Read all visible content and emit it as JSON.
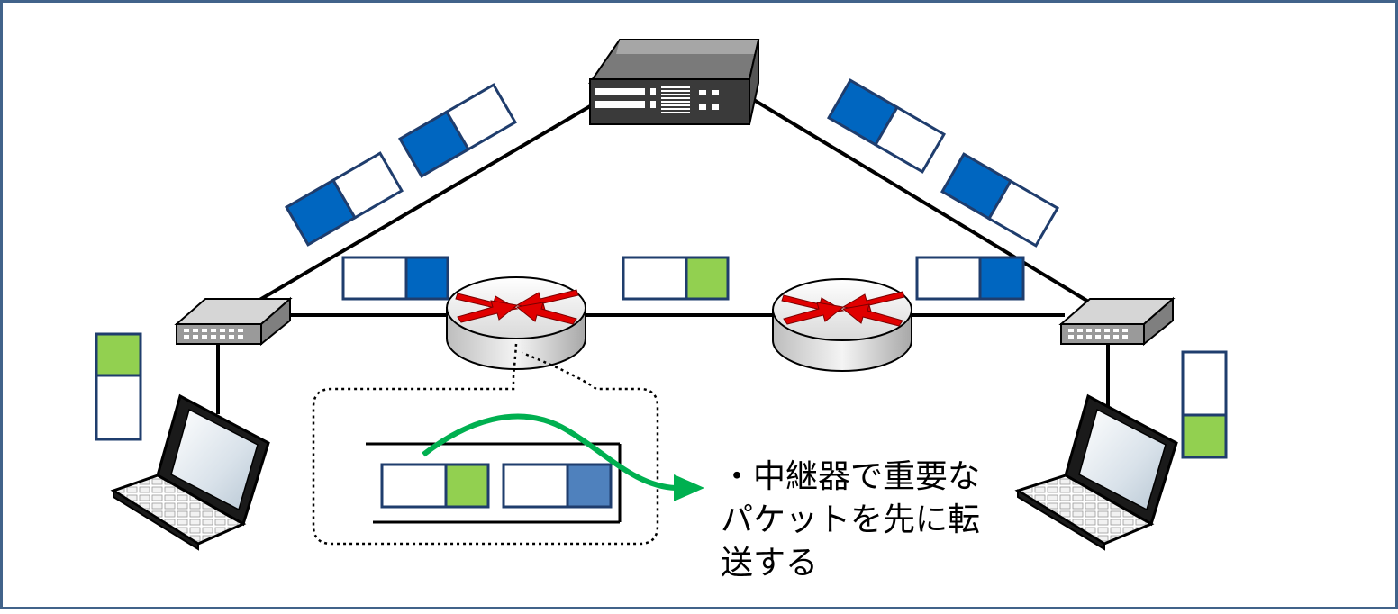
{
  "diagram": {
    "caption_lines": [
      "・中継器で重要な",
      "パケットを先に転",
      "送する"
    ],
    "colors": {
      "frame": "#41638A",
      "packet_blue": "#0066C0",
      "packet_queue_blue": "#4F81BD",
      "packet_green": "#92D050",
      "packet_border": "#1F3D6D",
      "flow_arrow": "#00B050",
      "router_arrow": "#E00000",
      "device_dark": "#2B2B2B"
    },
    "icons": {
      "core_switch": "network-switch-icon",
      "hub": "hub-icon",
      "router": "router-icon",
      "laptop": "laptop-icon"
    }
  }
}
